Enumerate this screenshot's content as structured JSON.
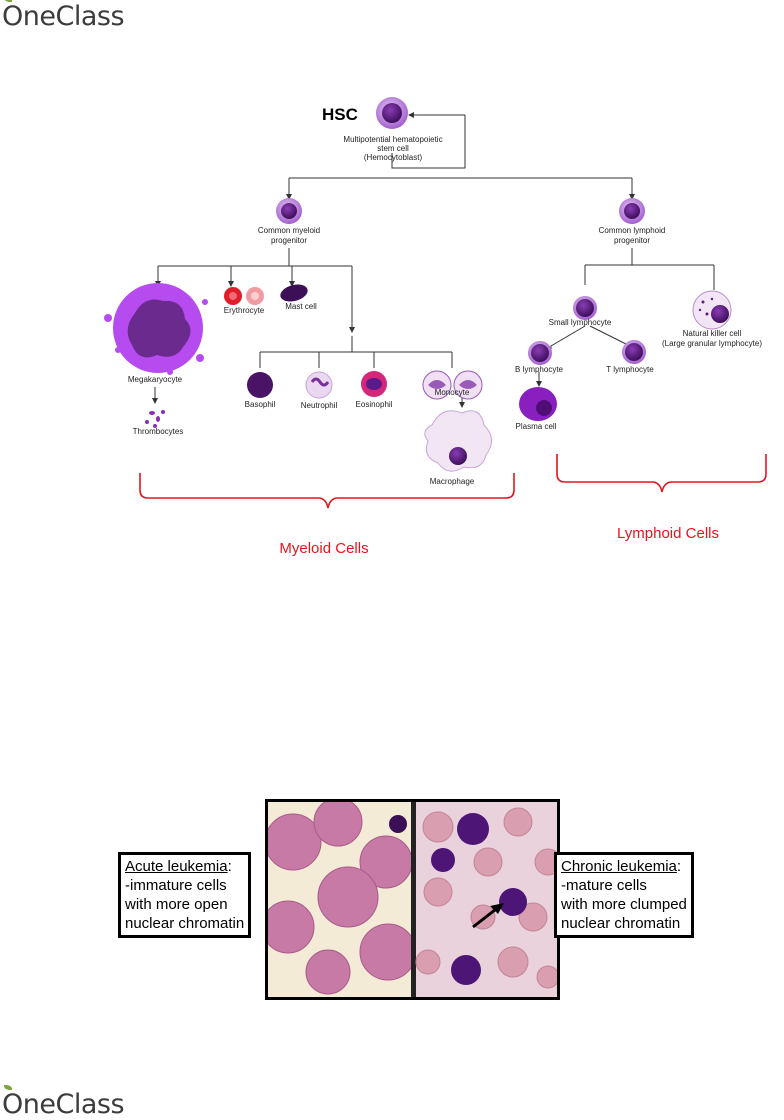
{
  "brand": {
    "top": "OneClass",
    "bottom": "OneClass"
  },
  "hierarchy": {
    "hsc": {
      "title": "HSC",
      "lines": [
        "Multipotential hematopoietic",
        "stem cell",
        "(Hemocytoblast)"
      ]
    },
    "myeloid_progenitor": {
      "lines": [
        "Common myeloid",
        "progenitor"
      ]
    },
    "lymphoid_progenitor": {
      "lines": [
        "Common lymphoid",
        "progenitor"
      ]
    },
    "megakaryocyte": "Megakaryocyte",
    "thrombocytes": "Thrombocytes",
    "erythrocyte": "Erythrocyte",
    "mast_cell": "Mast cell",
    "basophil": "Basophil",
    "neutrophil": "Neutrophil",
    "eosinophil": "Eosinophil",
    "monocyte": "Monocyte",
    "macrophage": "Macrophage",
    "small_lymphocyte": "Small lymphocyte",
    "b_lymphocyte": "B lymphocyte",
    "t_lymphocyte": "T lymphocyte",
    "plasma_cell": "Plasma cell",
    "nk_cell": {
      "lines": [
        "Natural killer cell",
        "(Large granular lymphocyte)"
      ]
    },
    "myeloid_group": "Myeloid Cells",
    "lymphoid_group": "Lymphoid Cells"
  },
  "leukemia": {
    "acute": {
      "title": "Acute leukemia",
      "suffix": ":",
      "lines": [
        "-immature cells",
        "with more open",
        "nuclear chromatin"
      ]
    },
    "chronic": {
      "title": "Chronic leukemia",
      "suffix": ":",
      "lines": [
        "-mature cells",
        "with more clumped",
        "nuclear chromatin"
      ]
    }
  },
  "colors": {
    "bracket": "#e8141d",
    "cell_nucleus": "#5b1a78",
    "cell_cyto": "#b474d6",
    "stain_pink": "#c77aa6"
  }
}
